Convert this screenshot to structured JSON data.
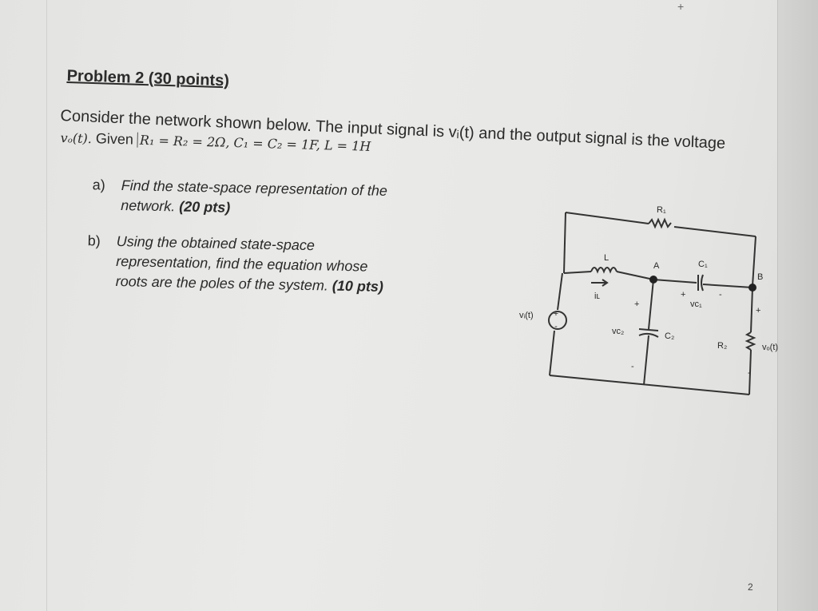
{
  "header": {
    "top_mark": "+"
  },
  "problem": {
    "title": "Problem 2 (30 points)",
    "intro_line1": "Consider the network shown below. The input signal is vᵢ(t) and the output signal is the voltage",
    "intro_vo": "vₒ(t).",
    "intro_given": "Given",
    "intro_math": "R₁ = R₂ = 2Ω, C₁ = C₂ = 1F, L = 1H"
  },
  "parts": {
    "a": {
      "marker": "a)",
      "line1": "Find the state-space representation of the",
      "line2_text": "network.",
      "line2_points": "(20 pts)"
    },
    "b": {
      "marker": "b)",
      "line1": "Using the obtained state-space",
      "line2": "representation, find the equation whose",
      "line3_text": "roots are the poles of the system.",
      "line3_points": "(10 pts)"
    }
  },
  "circuit": {
    "labels": {
      "R1": "R₁",
      "L": "L",
      "iL": "iʟ",
      "A": "A",
      "C1": "C₁",
      "B": "B",
      "vC1": "vᴄ₁",
      "vi": "vᵢ(t)",
      "vC2": "vᴄ₂",
      "C2": "C₂",
      "R2": "R₂",
      "vo": "vₒ(t)",
      "plus": "+",
      "minus": "-"
    }
  },
  "footer": {
    "page_number": "2"
  }
}
